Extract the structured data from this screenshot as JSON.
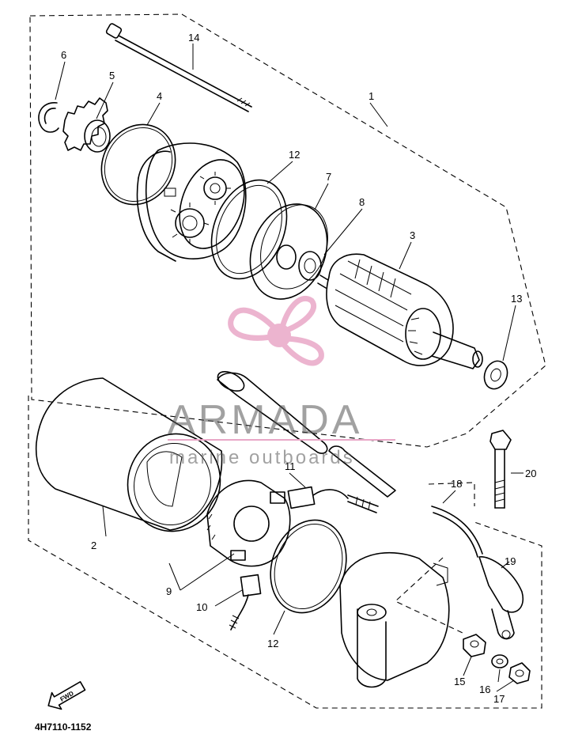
{
  "diagram": {
    "part_code": "4H7110-1152",
    "fwd_label": "FWD",
    "callouts": [
      "1",
      "2",
      "3",
      "4",
      "5",
      "6",
      "7",
      "8",
      "9",
      "10",
      "11",
      "12",
      "12",
      "13",
      "14",
      "15",
      "16",
      "17",
      "18",
      "19",
      "20"
    ]
  },
  "watermark": {
    "brand": "ARMADA",
    "tagline": "marine outboards",
    "logo_icon": "propeller-icon",
    "color": "#e9a7c7"
  }
}
